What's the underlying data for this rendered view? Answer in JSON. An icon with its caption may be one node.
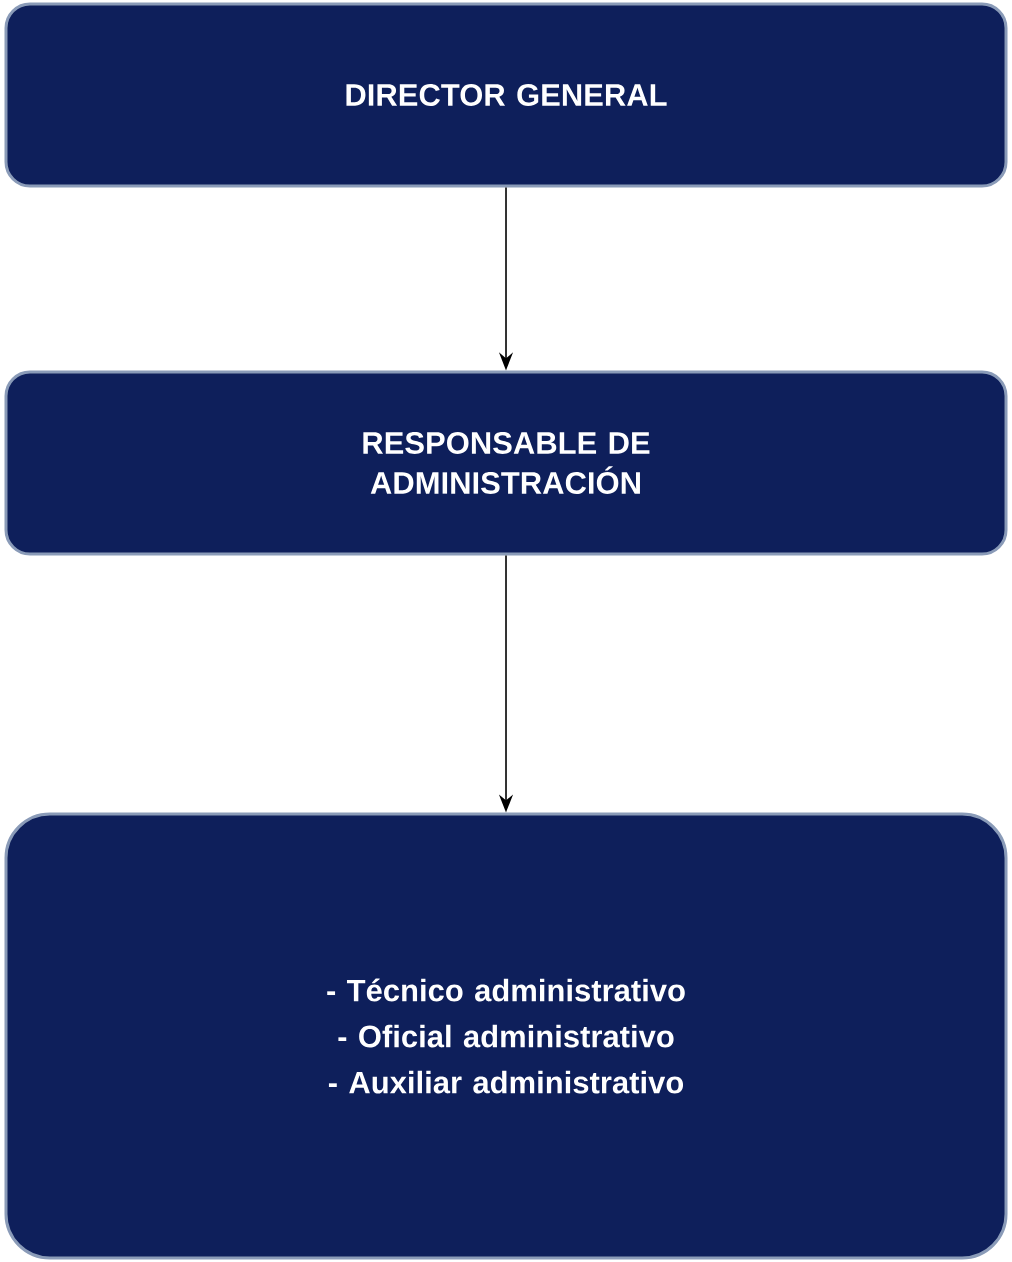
{
  "diagram": {
    "nodes": [
      {
        "text": [
          "DIRECTOR GENERAL"
        ]
      },
      {
        "text": [
          "RESPONSABLE DE ADMINISTRACIÓN"
        ]
      },
      {
        "text": [
          "- Técnico administrativo",
          "- Oficial administrativo",
          "- Auxiliar administrativo"
        ]
      }
    ],
    "edges": [
      {
        "from": 0,
        "to": 1,
        "arrow": "to"
      },
      {
        "from": 1,
        "to": 2,
        "arrow": "to"
      }
    ]
  }
}
